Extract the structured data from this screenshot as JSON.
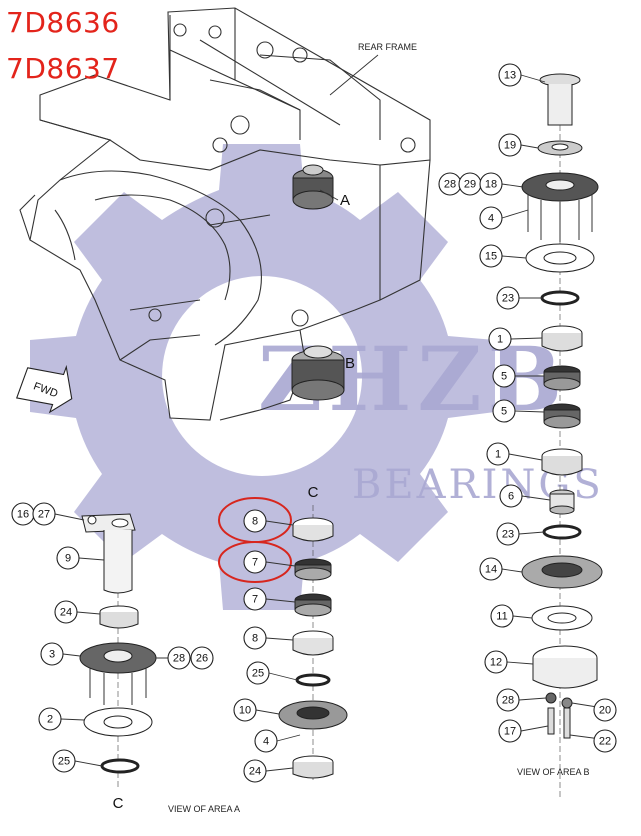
{
  "part_codes": [
    "7D8636",
    "7D8637"
  ],
  "watermark": {
    "brand": "ZHZB",
    "sub": "BEARINGS",
    "color": "#a9a8d2"
  },
  "labels": {
    "rear_frame": "REAR FRAME",
    "point_a": "A",
    "point_b": "B",
    "fwd": "FWD",
    "c_top": "C",
    "c_bottom": "C",
    "view_a": "VIEW OF AREA A",
    "view_b": "VIEW OF AREA B"
  },
  "parts_b": [
    "13",
    "19",
    "28",
    "29",
    "18",
    "4",
    "15",
    "23",
    "1",
    "5",
    "5",
    "1",
    "6",
    "23",
    "14",
    "11",
    "12",
    "28",
    "20",
    "17",
    "22"
  ],
  "parts_a_left": [
    "16",
    "27",
    "9",
    "24",
    "3",
    "28",
    "26",
    "2",
    "25"
  ],
  "parts_a_mid": [
    "8",
    "7",
    "7",
    "8",
    "25",
    "10",
    "4",
    "24"
  ],
  "highlight_color": "#d7261e"
}
